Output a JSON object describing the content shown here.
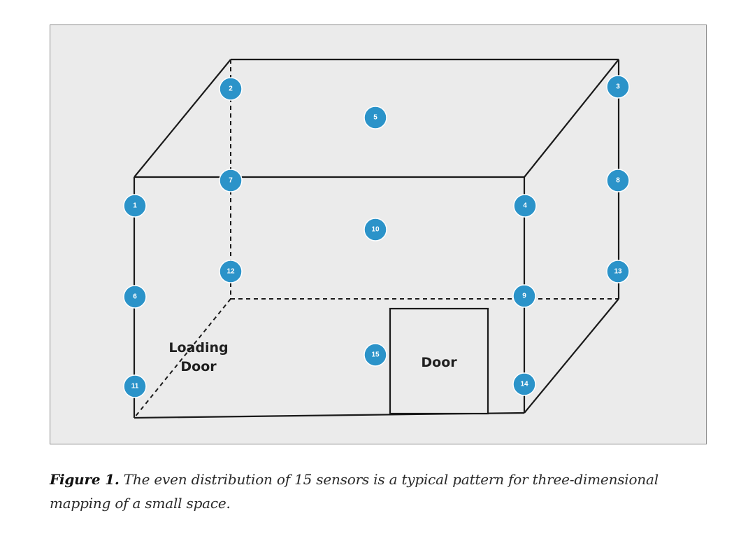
{
  "diagram": {
    "labels": {
      "loading_door_line1": "Loading",
      "loading_door_line2": "Door",
      "door": "Door"
    },
    "sensors": [
      "1",
      "2",
      "3",
      "4",
      "5",
      "6",
      "7",
      "8",
      "9",
      "10",
      "11",
      "12",
      "13",
      "14",
      "15"
    ],
    "colors": {
      "sensor": "#2b93c9",
      "background": "#ebebeb",
      "edge": "#1a1a1a"
    }
  },
  "caption": {
    "label": "Figure 1.",
    "text": " The even distribution of 15 sensors is a typical pattern for three-dimensional mapping of a small space."
  }
}
